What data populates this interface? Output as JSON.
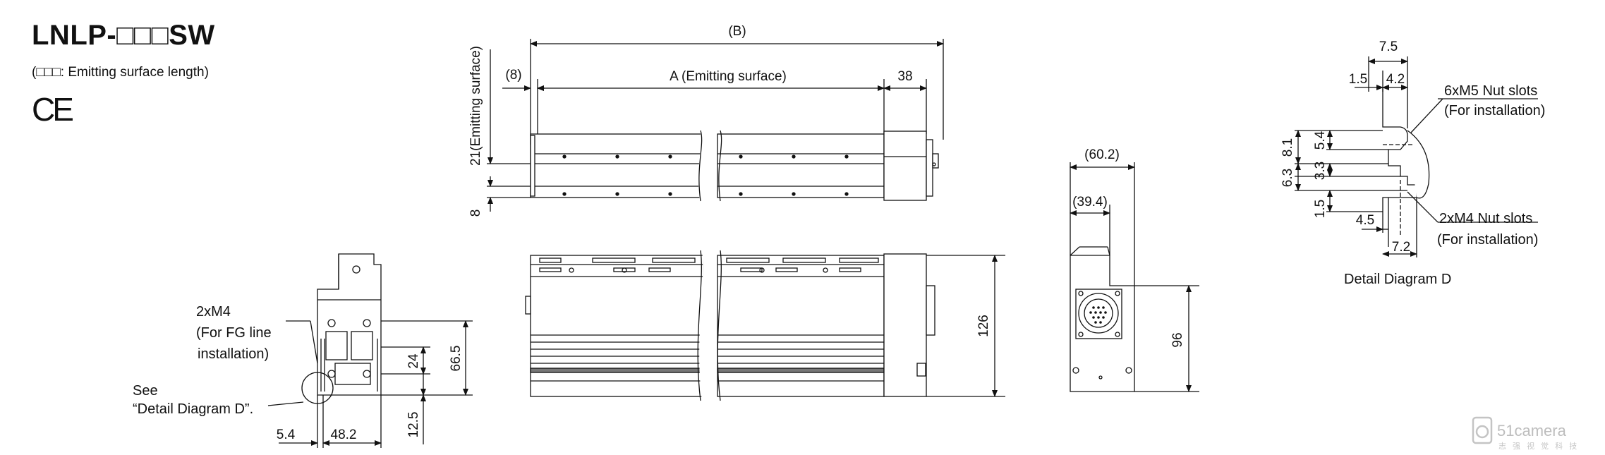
{
  "header": {
    "title": "LNLP-□□□SW",
    "subtitle": "(□□□: Emitting surface length)",
    "ce_mark": "CE"
  },
  "top_view": {
    "dim_b": "(B)",
    "dim_8_top": "(8)",
    "dim_a": "A (Emitting surface)",
    "dim_38": "38",
    "dim_21": "21(Emitting surface)",
    "dim_8_side": "8"
  },
  "side_view": {
    "label_2xm4": "2xM4",
    "label_for_fg": "(For FG line",
    "label_installation": "installation)",
    "label_see": "See",
    "label_detail_ref": "“Detail Diagram D”.",
    "dim_665": "66.5",
    "dim_24": "24",
    "dim_125": "12.5",
    "dim_54": "5.4",
    "dim_482": "48.2"
  },
  "front_view": {
    "dim_126": "126"
  },
  "end_view": {
    "dim_602": "(60.2)",
    "dim_394": "(39.4)",
    "dim_96": "96"
  },
  "detail": {
    "dim_75": "7.5",
    "dim_15_top": "1.5",
    "dim_42": "4.2",
    "dim_81": "8.1",
    "dim_54": "5.4",
    "dim_63": "6.3",
    "dim_33": "3.3",
    "dim_15_left": "1.5",
    "dim_45": "4.5",
    "dim_72": "7.2",
    "label_6xm5": "6xM5 Nut slots",
    "label_6xm5_for": "(For installation)",
    "label_2xm4": "2xM4 Nut slots",
    "label_2xm4_for": "(For installation)",
    "caption": "Detail Diagram D"
  },
  "watermark": {
    "text": "51camera",
    "subtext": "志 强 视 觉 科 技"
  }
}
